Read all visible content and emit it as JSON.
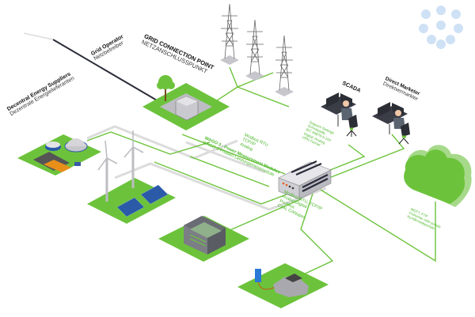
{
  "colors": {
    "green": "#6cc33b",
    "green_dark": "#4da523",
    "green_light": "#a6d98a",
    "line_grey": "#d9d9d9",
    "dark_line": "#2a2c3a",
    "pad_grey": "#bdbdc3"
  },
  "labels": {
    "decentral_en": "Decentral Energy Suppliers",
    "decentral_de": "Dezentrale Energielieferanten",
    "grid_operator_en": "Grid Operator",
    "grid_operator_de": "Netzbetreiber",
    "gcp_en": "GRID CONNECTION POINT",
    "gcp_de": "NETZANSCHLUSSPUNKT",
    "scada": "SCADA",
    "direct_marketer_en": "Direct Marketer",
    "direct_marketer_de": "Direktvermarkter"
  },
  "link_labels": {
    "modbus_analog": [
      "Modbus RTU",
      "TCP/IP",
      "Analog"
    ],
    "wago_en": "WAGO 3 - Power Measurement Modules",
    "wago_de": "WAGO 3-Phasen-Leistungsmessmodule",
    "scada_protocols": [
      "Setpoint Settings",
      "Schnittstelle",
      "IEC 60870-5-104",
      "Digital, Analog",
      "VPN-Tunnel"
    ],
    "field_protocols": [
      "Modbus RTU, TCP/IP",
      "Analog/Digital",
      "Profibus",
      "CAN, CANopen"
    ],
    "cloud_protocols": [
      "MQTT, FTP",
      "Customer web portals",
      "Kundenwebportale"
    ]
  },
  "nodes": [
    {
      "id": "grid-connection-point",
      "label": "Grid Connection Point"
    },
    {
      "id": "power-pylons",
      "label": "Transmission Towers"
    },
    {
      "id": "scada-workstation",
      "label": "SCADA"
    },
    {
      "id": "direct-marketer-workstation",
      "label": "Direct Marketer"
    },
    {
      "id": "controller",
      "label": "WAGO Controller"
    },
    {
      "id": "cloud",
      "label": "Cloud"
    },
    {
      "id": "biogas-plant",
      "label": "Biogas Plant"
    },
    {
      "id": "wind-solar-park",
      "label": "Wind & Solar Park"
    },
    {
      "id": "battery-storage",
      "label": "Battery Storage"
    },
    {
      "id": "ev-charging",
      "label": "EV Charging"
    }
  ]
}
